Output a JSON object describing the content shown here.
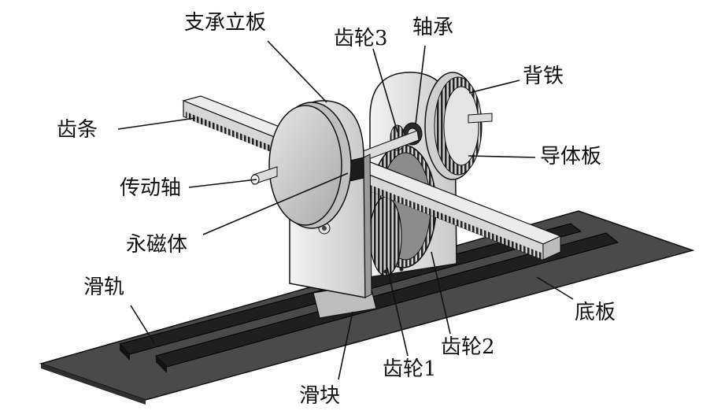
{
  "labels": {
    "support_plate": "支承立板",
    "gear3": "齿轮3",
    "bearing": "轴承",
    "back_iron": "背铁",
    "rack": "齿条",
    "conductor_plate": "导体板",
    "drive_shaft": "传动轴",
    "permanent_magnet": "永磁体",
    "slide_rail": "滑轨",
    "base_plate": "底板",
    "gear2": "齿轮2",
    "gear1": "齿轮1",
    "slider": "滑块"
  },
  "colors": {
    "line": "#111111",
    "base": "#4a4a4a",
    "rail": "#1f1f1f",
    "metal": "#d9d9d9",
    "dark_disc": "#3a3a3a"
  }
}
